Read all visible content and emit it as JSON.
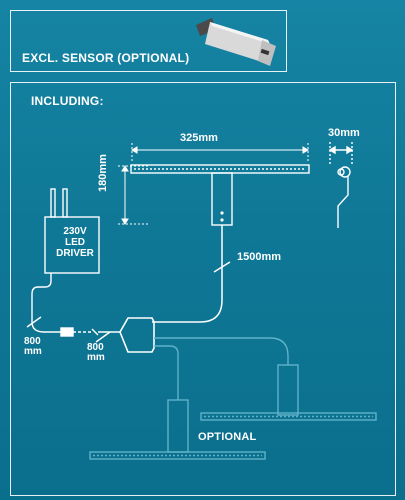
{
  "sensor_panel": {
    "label": "EXCL. SENSOR (OPTIONAL)",
    "sensor_icon": "motion-sensor-icon"
  },
  "including_panel": {
    "label": "INCLUDING:",
    "dimensions": {
      "width": "325mm",
      "depth": "30mm",
      "height": "180mm",
      "cable_main": "1500mm",
      "cable_left_line1": "800",
      "cable_left_line2": "mm",
      "cable_right_line1": "800",
      "cable_right_line2": "mm"
    },
    "driver": {
      "line1": "230V",
      "line2": "LED",
      "line3": "DRIVER"
    },
    "optional_label": "OPTIONAL"
  },
  "colors": {
    "background": "#0f7896",
    "line": "#ffffff",
    "faded_line": "#5fb2c9"
  }
}
